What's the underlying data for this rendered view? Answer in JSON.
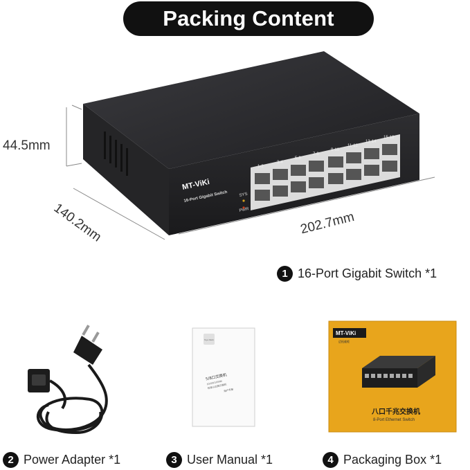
{
  "header": {
    "title": "Packing Content"
  },
  "dimensions": {
    "height": "44.5mm",
    "depth": "140.2mm",
    "width": "202.7mm"
  },
  "device": {
    "brand": "MT-ViKi",
    "model": "16-Port Gigabit Switch",
    "leds": {
      "sys": "SYS",
      "pwr": "PWR"
    },
    "port_groups": [
      "1-2",
      "3-4",
      "5-6",
      "7-8",
      "9-10",
      "11-12",
      "13-14",
      "15-16"
    ]
  },
  "items": [
    {
      "number": "1",
      "label": "16-Port Gigabit Switch *1"
    },
    {
      "number": "2",
      "label": "Power Adapter *1"
    },
    {
      "number": "3",
      "label": "User Manual *1"
    },
    {
      "number": "4",
      "label": "Packaging Box *1"
    }
  ],
  "manual": {
    "corner": "Toyo Multi",
    "title": "5/8口交换机",
    "line1": "10/100/1000M",
    "line2": "标准以太网交换机",
    "line3": "用户手册"
  },
  "box": {
    "brand": "MT-ViKi",
    "sub": "迈拓维矩",
    "title": "八口千兆交换机",
    "subtitle": "8-Port Ethernet Switch"
  },
  "colors": {
    "pill": "#111111",
    "switch_body": "#2b2b2e",
    "box_yellow": "#e8a51c"
  }
}
